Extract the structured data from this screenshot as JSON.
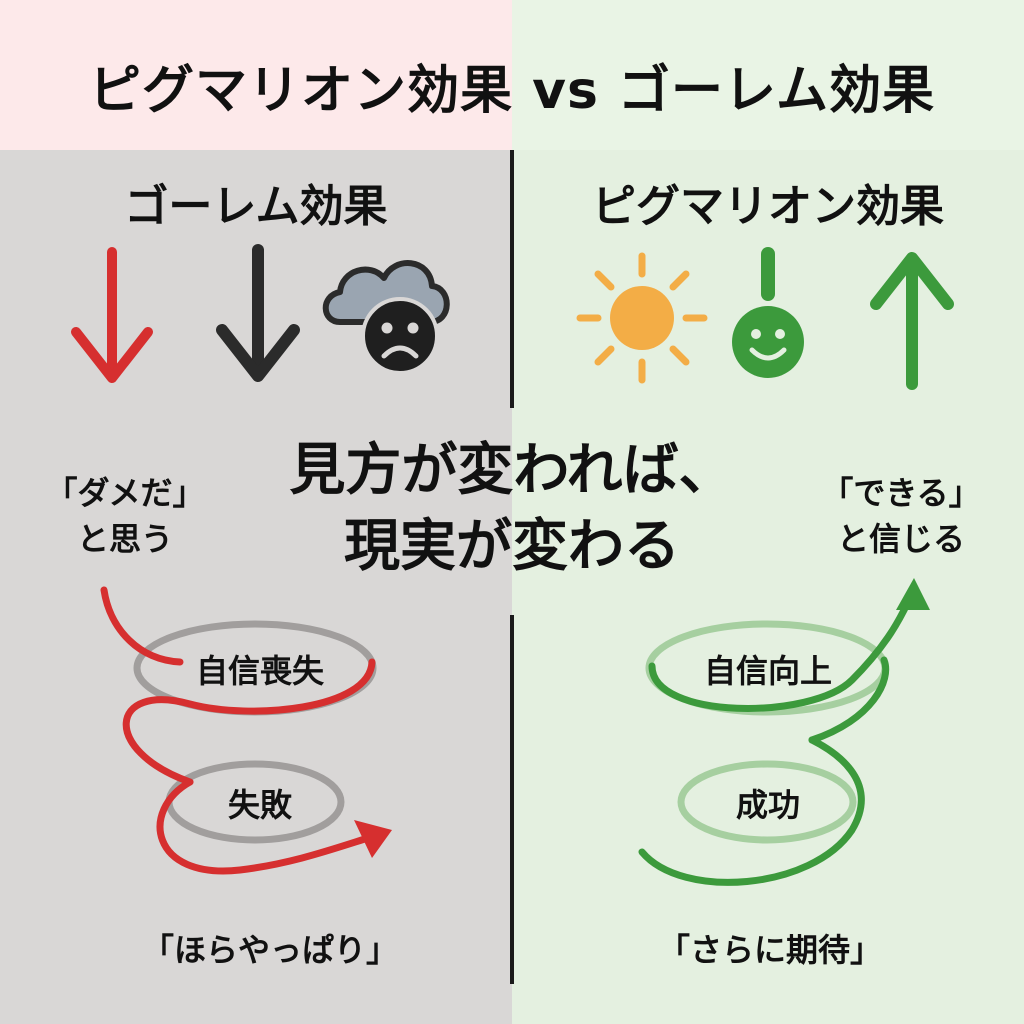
{
  "title": "ピグマリオン効果 vs ゴーレム効果",
  "left": {
    "heading": "ゴーレム効果",
    "quote_line1": "「ダメだ」",
    "quote_line2": "と思う",
    "loop_labels": [
      "自信喪失",
      "失敗"
    ],
    "bottom_quote": "「ほらやっぱり」",
    "icons": [
      "arrow-down-icon",
      "arrow-down-icon",
      "cloud-icon",
      "sad-face-icon"
    ],
    "accent_color": "#d62f2f"
  },
  "right": {
    "heading": "ピグマリオン効果",
    "quote_line1": "「できる」",
    "quote_line2": "と信じる",
    "loop_labels": [
      "自信向上",
      "成功"
    ],
    "bottom_quote": "「さらに期待」",
    "icons": [
      "sun-icon",
      "smiley-face-icon",
      "arrow-up-icon"
    ],
    "accent_color": "#3c9a3c"
  },
  "center": {
    "line1": "見方が変われば、",
    "line2": "現実が変わる"
  },
  "colors": {
    "left_top_bg": "#fde9ea",
    "right_top_bg": "#e9f4e5",
    "left_bg": "#d9d7d6",
    "right_bg": "#e4f0e0",
    "red": "#d62f2f",
    "green": "#3c9a3c",
    "sun": "#f3ad46",
    "cloud": "#9aa5b1",
    "ring_gray": "#a19e9d",
    "ring_green": "#a6cfa0"
  }
}
